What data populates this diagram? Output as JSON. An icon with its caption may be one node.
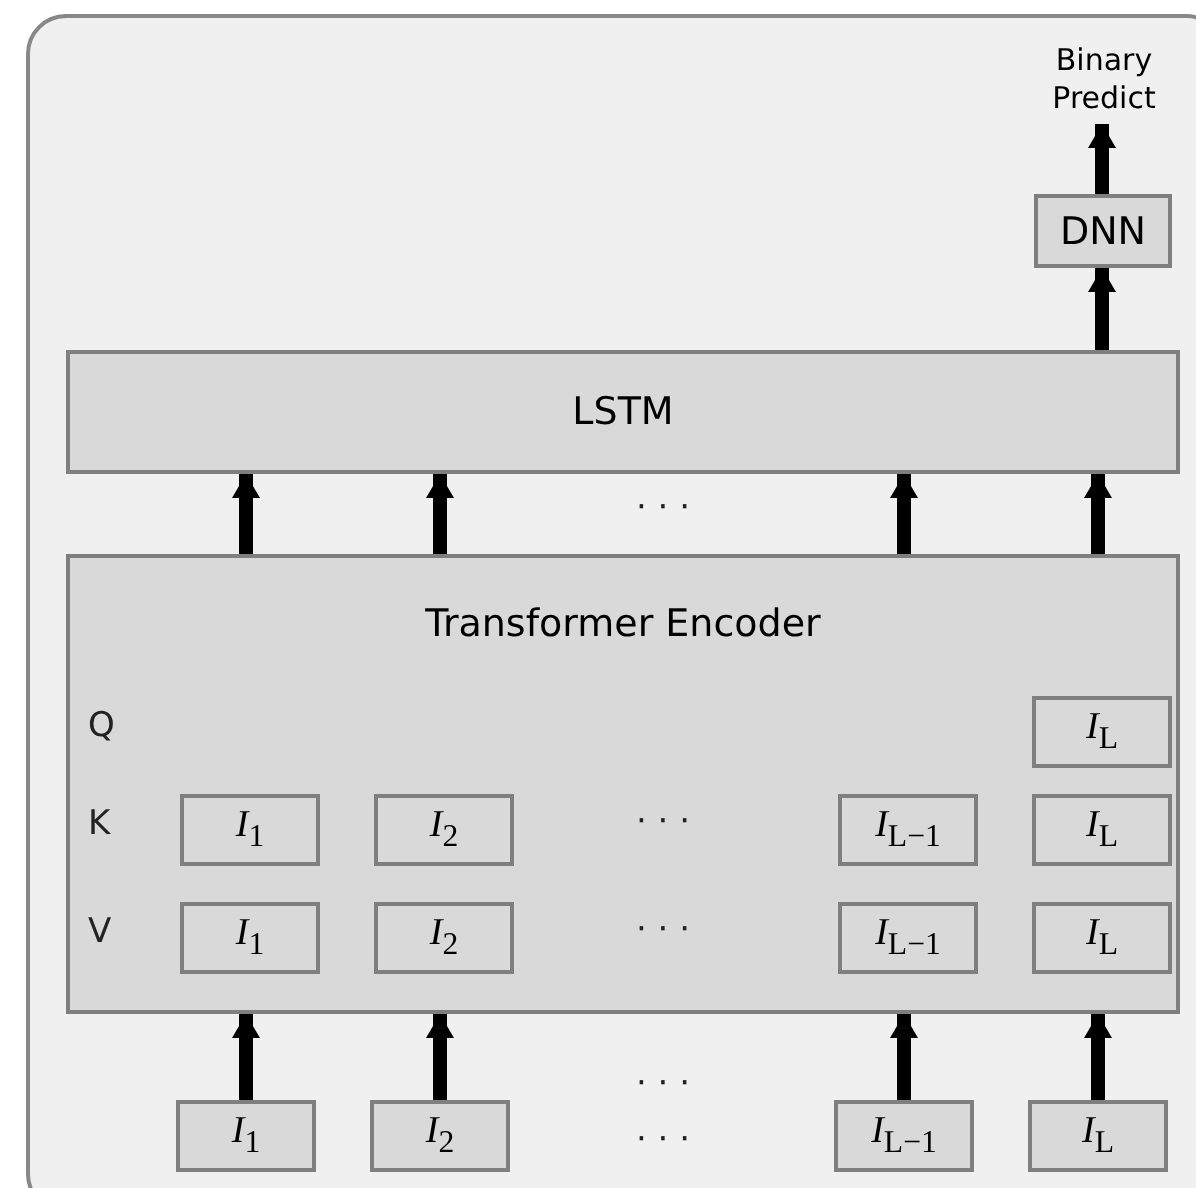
{
  "diagram": {
    "nodes": [
      {
        "text": [
          "Binary Predict"
        ]
      },
      {
        "text": [
          "DNN"
        ]
      },
      {
        "text": [
          "LSTM"
        ]
      },
      {
        "text": [
          "Transformer Encoder"
        ]
      },
      {
        "text": [
          "*I*$_{L}$"
        ],
        "in": 3
      },
      {
        "text": [
          "*I*$_{1}$"
        ],
        "in": 3
      },
      {
        "text": [
          "*I*$_{2}$"
        ],
        "in": 3
      },
      {
        "text": [
          "*I*$_{L−1}$"
        ],
        "in": 3
      },
      {
        "text": [
          "*I*$_{L}$"
        ],
        "in": 3
      },
      {
        "text": [
          "*I*$_{1}$"
        ],
        "in": 3
      },
      {
        "text": [
          "*I*$_{2}$"
        ],
        "in": 3
      },
      {
        "text": [
          "*I*$_{L−1}$"
        ],
        "in": 3
      },
      {
        "text": [
          "*I*$_{L}$"
        ],
        "in": 3
      },
      {
        "text": [
          "*I*$_{1}$"
        ]
      },
      {
        "text": [
          "*I*$_{2}$"
        ]
      },
      {
        "text": [
          "*I*$_{L−1}$"
        ]
      },
      {
        "text": [
          "*I*$_{L}$"
        ]
      }
    ],
    "edges": [
      {
        "from": 1,
        "to": 0,
        "arrow": "to"
      },
      {
        "from": 2,
        "to": 1,
        "arrow": "to"
      },
      {
        "from": 3,
        "to": 2,
        "arrow": "to"
      },
      {
        "from": 3,
        "to": 2,
        "arrow": "to"
      },
      {
        "from": 3,
        "to": 2,
        "arrow": "to"
      },
      {
        "from": 3,
        "to": 2,
        "arrow": "to"
      },
      {
        "from": 13,
        "to": 3,
        "arrow": "to"
      },
      {
        "from": 14,
        "to": 3,
        "arrow": "to"
      },
      {
        "from": 15,
        "to": 3,
        "arrow": "to"
      },
      {
        "from": 16,
        "to": 3,
        "arrow": "to"
      }
    ],
    "labels": [
      "· · ·",
      "Q",
      "K",
      "· · ·",
      "V",
      "· · ·",
      "· · ·",
      "· · ·"
    ]
  }
}
